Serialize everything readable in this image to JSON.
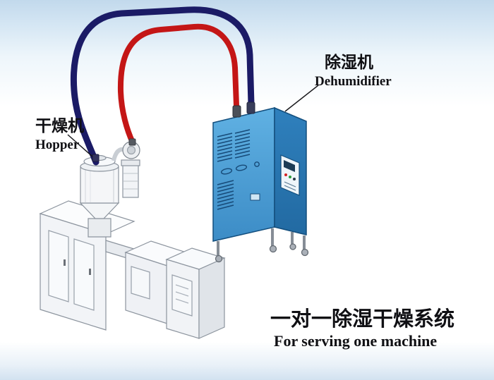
{
  "labels": {
    "hopper": {
      "cn": "干燥机",
      "en": "Hopper"
    },
    "dehumidifier": {
      "cn": "除湿机",
      "en": "Dehumidifier"
    }
  },
  "caption": {
    "cn": "一对一除湿干燥系统",
    "en": "For serving one machine"
  },
  "colors": {
    "pipe_red": "#c41616",
    "pipe_navy": "#1b1b66",
    "dehumidifier_front": "#4fa5dc",
    "dehumidifier_side": "#2979b6",
    "machine_body": "#f1f3f6",
    "background_top": "#c2d9ec"
  }
}
